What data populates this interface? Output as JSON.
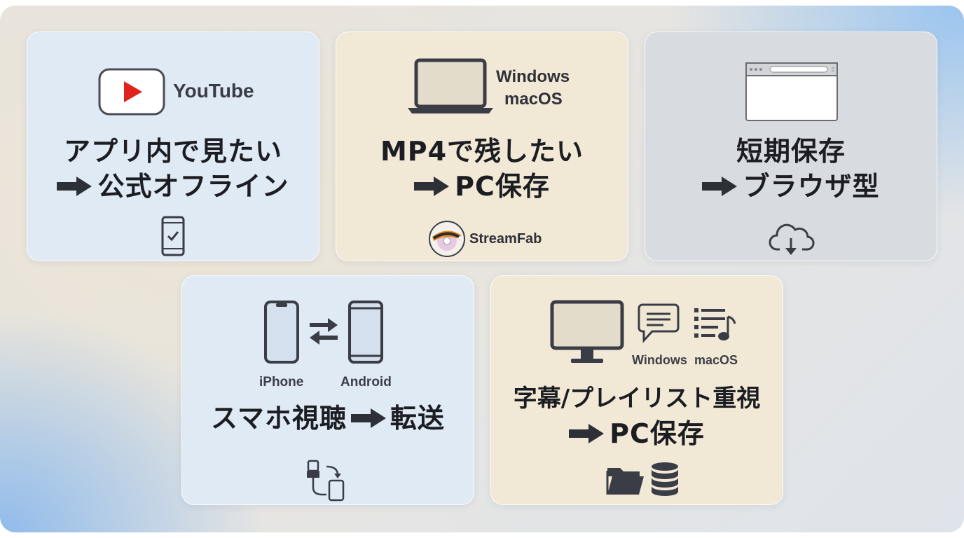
{
  "cards": [
    {
      "top_label": "YouTube",
      "title_line1": "アプリ内で見たい",
      "title_line2": "公式オフライン",
      "icons": [
        "youtube-play-icon",
        "smartphone-check-icon"
      ]
    },
    {
      "os_line1": "Windows",
      "os_line2": "macOS",
      "title_line1": "MP4で残したい",
      "title_line2": "PC保存",
      "brand": "StreamFab",
      "icons": [
        "laptop-icon",
        "streamfab-logo-icon"
      ]
    },
    {
      "title_line1": "短期保存",
      "title_line2": "ブラウザ型",
      "icons": [
        "browser-window-icon",
        "cloud-download-icon"
      ]
    },
    {
      "device1": "iPhone",
      "device2": "Android",
      "title_left": "スマホ視聴",
      "title_right": "転送",
      "icons": [
        "iphone-icon",
        "swap-arrows-icon",
        "android-phone-icon",
        "usb-transfer-icon"
      ]
    },
    {
      "os1": "Windows",
      "os2": "macOS",
      "title_line1": "字幕/プレイリスト重視",
      "title_line2": "PC保存",
      "icons": [
        "monitor-icon",
        "chat-bubble-icon",
        "playlist-icon",
        "folder-icon",
        "database-icon"
      ]
    }
  ],
  "colors": {
    "blue_card": "#dfeaf5",
    "beige_card": "#f2e8d6",
    "gray_card": "#d8dbe0",
    "ink": "#1c1d22",
    "icon": "#3b3d46",
    "youtube_red": "#e0241b"
  }
}
